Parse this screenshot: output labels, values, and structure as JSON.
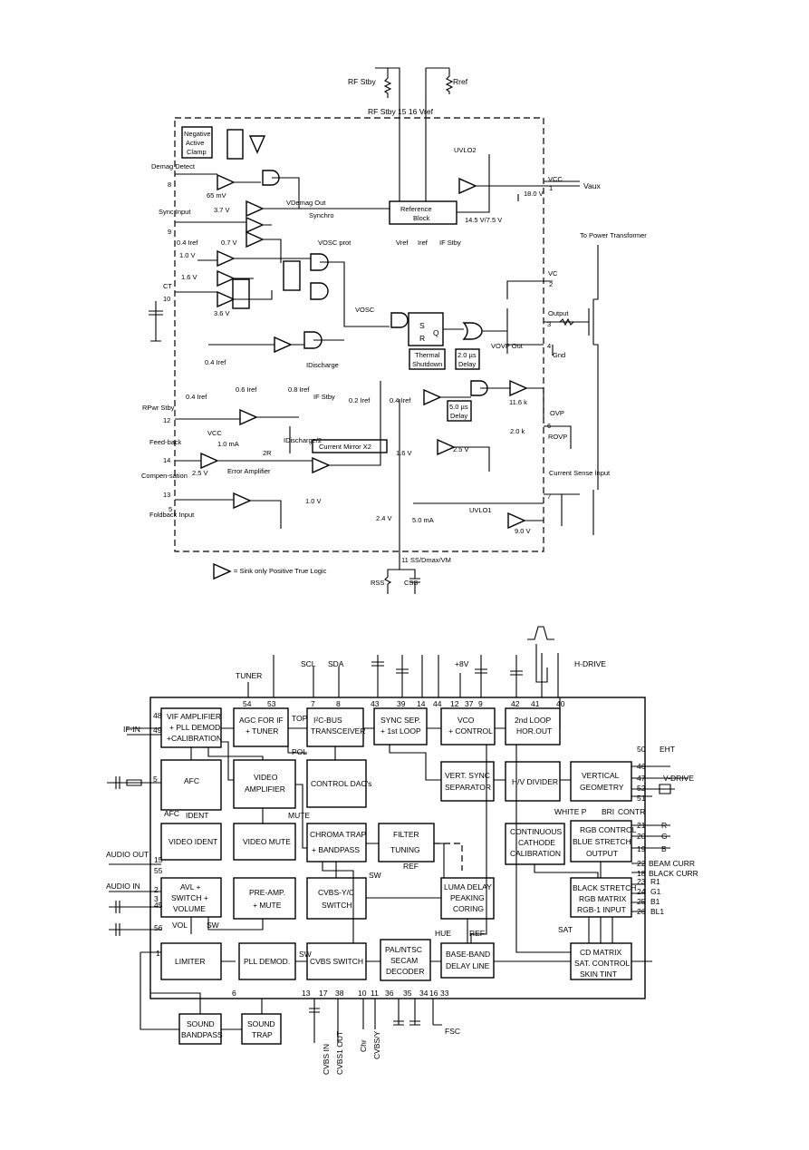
{
  "top": {
    "ext_top": [
      "RF Stby",
      "Rref"
    ],
    "bus_top": "RF Stby  15  16  Vref",
    "left": [
      {
        "label": "Demag Detect",
        "pin": "8"
      },
      {
        "label": "Sync Input",
        "pin": "9"
      },
      {
        "label": "CT",
        "pin": "10"
      },
      {
        "label": "RPwr Stby",
        "pin": "12"
      },
      {
        "label": "Feed-back",
        "pin": "14"
      },
      {
        "label": "Compen-sation",
        "pin": "13"
      },
      {
        "label": "Foldback Input",
        "pin": "5"
      }
    ],
    "right": [
      {
        "label": "VCC",
        "pin": "1"
      },
      {
        "label": "VC",
        "pin": "2"
      },
      {
        "label": "Output",
        "pin": "3"
      },
      {
        "label": "Gnd",
        "pin": "4"
      },
      {
        "label": "OVP",
        "pin": "6"
      },
      {
        "label": "Current Sense Input",
        "pin": "7"
      }
    ],
    "vaux": "Vaux",
    "to_power": "To Power Transformer",
    "blocks": {
      "neg_clamp": "Negative Active Clamp",
      "ref_block": "Reference Block",
      "thermal": "Thermal Shutdown",
      "delay2": "2.0 µs Delay",
      "delay5": "5.0 µs Delay",
      "mirror": "Current Mirror X2"
    },
    "labels": {
      "uvlo2": "UVLO2",
      "uvlo1": "UVLO1",
      "v18": "18.0 V",
      "v1475": "14.5 V/7.5 V",
      "vdemag": "VDemag Out",
      "synchro": "Synchro",
      "vosc_prot": "VOSC prot",
      "vosc": "VOSC",
      "vovp": "VOVP Out",
      "mv65": "65 mV",
      "v37": "3.7 V",
      "v07": "0.7 V",
      "v10": "1.0 V",
      "v16a": "1.6 V",
      "v36": "3.6 V",
      "v25a": "2.5 V",
      "v25b": "2.5 V",
      "v16b": "1.6 V",
      "v10b": "1.0 V",
      "v24": "2.4 V",
      "ma5": "5.0 mA",
      "v90": "9.0 V",
      "ma10": "1.0 mA",
      "err_amp": "Error Amplifier",
      "r2r": "2R",
      "k116": "11.6 k",
      "k20": "2.0 k",
      "rovp": "ROVP",
      "iref04a": "0.4 Iref",
      "iref04b": "0.4 Iref",
      "iref04c": "0.4 Iref",
      "iref04d": "0.4 Iref",
      "iref06": "0.6 Iref",
      "iref08": "0.8 Iref",
      "iref02": "0.2 Iref",
      "if_stby": "IF Stby",
      "idis": "IDischarge",
      "idis2": "IDischarge/2",
      "ref_out": [
        "Vref",
        "Iref",
        "IF Stby"
      ],
      "vcc_small": "VCC",
      "ss": "11  SS/Dmax/VM",
      "rss": "RSS",
      "css": "CSS",
      "legend": "= Sink only Positive True Logic"
    }
  },
  "bottom": {
    "top_labels": [
      "TUNER",
      "SCL",
      "SDA",
      "+8V",
      "H-DRIVE"
    ],
    "pins_top": [
      "54",
      "53",
      "7",
      "8",
      "43",
      "39",
      "14",
      "44",
      "12",
      "37",
      "9",
      "42",
      "41",
      "40"
    ],
    "blocks": {
      "vif": [
        "VIF AMPLIFIER",
        "+ PLL DEMOD",
        "+CALIBRATION"
      ],
      "agc": [
        "AGC FOR IF",
        "+ TUNER"
      ],
      "i2c": [
        "I²C-BUS",
        "TRANSCEIVER"
      ],
      "syncsep": [
        "SYNC SEP.",
        "+ 1st LOOP"
      ],
      "vco": [
        "VCO",
        "+ CONTROL"
      ],
      "loop2": [
        "2nd LOOP",
        "HOR.OUT"
      ],
      "afc": [
        "AFC"
      ],
      "vidamp": [
        "VIDEO",
        "AMPLIFIER"
      ],
      "ctrldac": [
        "CONTROL DAC's"
      ],
      "vsync": [
        "VERT. SYNC",
        "SEPARATOR"
      ],
      "hv": [
        "H/V DIVIDER"
      ],
      "vgeo": [
        "VERTICAL",
        "GEOMETRY"
      ],
      "vident": [
        "VIDEO IDENT"
      ],
      "vmute": [
        "VIDEO MUTE"
      ],
      "chroma": [
        "CHROMA TRAP",
        "+ BANDPASS"
      ],
      "filter": [
        "FILTER",
        "TUNING"
      ],
      "contcath": [
        "CONTINUOUS",
        "CATHODE",
        "CALIBRATION"
      ],
      "rgbctrl": [
        "RGB CONTROL",
        "BLUE STRETCH",
        "OUTPUT"
      ],
      "avl": [
        "AVL +",
        "SWITCH +",
        "VOLUME"
      ],
      "preamp": [
        "PRE-AMP.",
        "+ MUTE"
      ],
      "cvbsyc": [
        "CVBS-Y/C",
        "SWITCH"
      ],
      "luma": [
        "LUMA DELAY",
        "PEAKING",
        "CORING"
      ],
      "black": [
        "BLACK STRETCH",
        "RGB MATRIX",
        "RGB-1 INPUT"
      ],
      "limiter": [
        "LIMITER"
      ],
      "plldemod": [
        "PLL DEMOD."
      ],
      "cvbssw": [
        "CVBS SWITCH"
      ],
      "pal": [
        "PAL/NTSC",
        "SECAM",
        "DECODER"
      ],
      "baseband": [
        "BASE-BAND",
        "DELAY LINE"
      ],
      "cdmatrix": [
        "CD MATRIX",
        "SAT. CONTROL",
        "SKIN TINT"
      ],
      "sndbp": [
        "SOUND",
        "BANDPASS"
      ],
      "sndtrap": [
        "SOUND",
        "TRAP"
      ]
    },
    "left_labels": [
      "IF-IN",
      "AUDIO OUT",
      "AUDIO IN"
    ],
    "pins_left": [
      "48",
      "49",
      "5",
      "15",
      "55",
      "2",
      "3",
      "45",
      "56",
      "1"
    ],
    "right_labels": [
      "EHT",
      "V-DRIVE",
      "R",
      "G",
      "B",
      "BEAM CURR",
      "BLACK CURR",
      "R1",
      "G1",
      "B1",
      "BL1"
    ],
    "pins_right": [
      "50",
      "46",
      "47",
      "52",
      "51",
      "21",
      "20",
      "19",
      "22",
      "18",
      "23",
      "24",
      "25",
      "26"
    ],
    "signals": [
      "TOP",
      "POL",
      "AFC",
      "IDENT",
      "MUTE",
      "REF",
      "SW",
      "VOL",
      "SW",
      "SW",
      "HUE",
      "REF",
      "SAT",
      "WHITE P",
      "BRI",
      "CONTR"
    ],
    "pins_bottom": [
      "6",
      "13",
      "17",
      "38",
      "10",
      "11",
      "36",
      "35",
      "34",
      "16",
      "33"
    ],
    "bottom_labels": [
      "CVBS IN",
      "CVBS1 OUT",
      "Chr",
      "CVBS/Y",
      "FSC"
    ]
  }
}
